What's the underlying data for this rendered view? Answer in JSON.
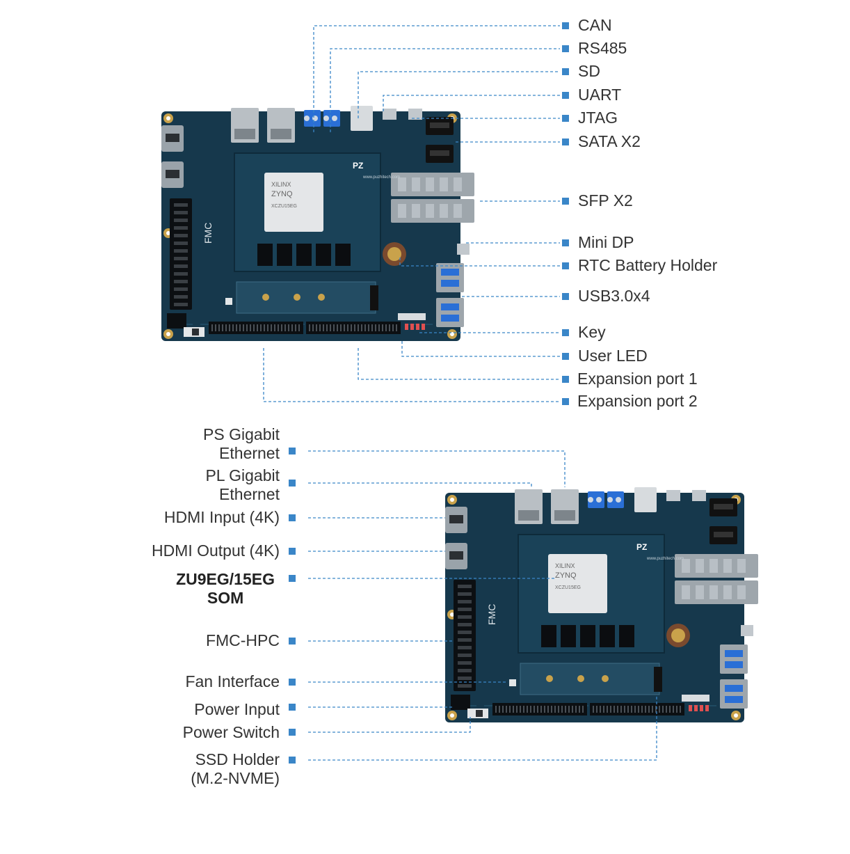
{
  "accent_color": "#3a86c8",
  "board_color": "#16384c",
  "board_top": {
    "name": "board-top",
    "chip_brand": "XILINX",
    "chip_family": "ZYNQ",
    "chip_part": "XCZU15EG",
    "pcb_logo": "PZ",
    "fmc_text": "FMC",
    "website": "www.puzhitech.com",
    "labels": [
      {
        "name": "label-can",
        "text": "CAN"
      },
      {
        "name": "label-rs485",
        "text": "RS485"
      },
      {
        "name": "label-sd",
        "text": "SD"
      },
      {
        "name": "label-uart",
        "text": "UART"
      },
      {
        "name": "label-jtag",
        "text": "JTAG"
      },
      {
        "name": "label-sata",
        "text": "SATA X2"
      },
      {
        "name": "label-sfp",
        "text": "SFP X2"
      },
      {
        "name": "label-minidp",
        "text": "Mini DP"
      },
      {
        "name": "label-rtc",
        "text": "RTC Battery Holder"
      },
      {
        "name": "label-usb",
        "text": "USB3.0x4"
      },
      {
        "name": "label-key",
        "text": "Key"
      },
      {
        "name": "label-userled",
        "text": "User LED"
      },
      {
        "name": "label-exp1",
        "text": "Expansion port 1"
      },
      {
        "name": "label-exp2",
        "text": "Expansion port 2"
      }
    ]
  },
  "board_bottom": {
    "name": "board-bottom",
    "chip_brand": "XILINX",
    "chip_family": "ZYNQ",
    "chip_part": "XCZU15EG",
    "pcb_logo": "PZ",
    "fmc_text": "FMC",
    "website": "www.puzhitech.com",
    "labels": [
      {
        "name": "label-ps-ethernet",
        "lines": [
          "PS Gigabit",
          "Ethernet"
        ],
        "bold": false
      },
      {
        "name": "label-pl-ethernet",
        "lines": [
          "PL Gigabit",
          "Ethernet"
        ],
        "bold": false
      },
      {
        "name": "label-hdmi-input",
        "lines": [
          "HDMI Input (4K)"
        ],
        "bold": false
      },
      {
        "name": "label-hdmi-output",
        "lines": [
          "HDMI Output (4K)"
        ],
        "bold": false
      },
      {
        "name": "label-som",
        "lines": [
          "ZU9EG/15EG",
          "SOM"
        ],
        "bold": true
      },
      {
        "name": "label-fmc-hpc",
        "lines": [
          "FMC-HPC"
        ],
        "bold": false
      },
      {
        "name": "label-fan",
        "lines": [
          "Fan Interface"
        ],
        "bold": false
      },
      {
        "name": "label-power-input",
        "lines": [
          "Power Input"
        ],
        "bold": false
      },
      {
        "name": "label-power-switch",
        "lines": [
          "Power Switch"
        ],
        "bold": false
      },
      {
        "name": "label-ssd",
        "lines": [
          "SSD Holder",
          "(M.2-NVME)"
        ],
        "bold": false
      }
    ]
  }
}
